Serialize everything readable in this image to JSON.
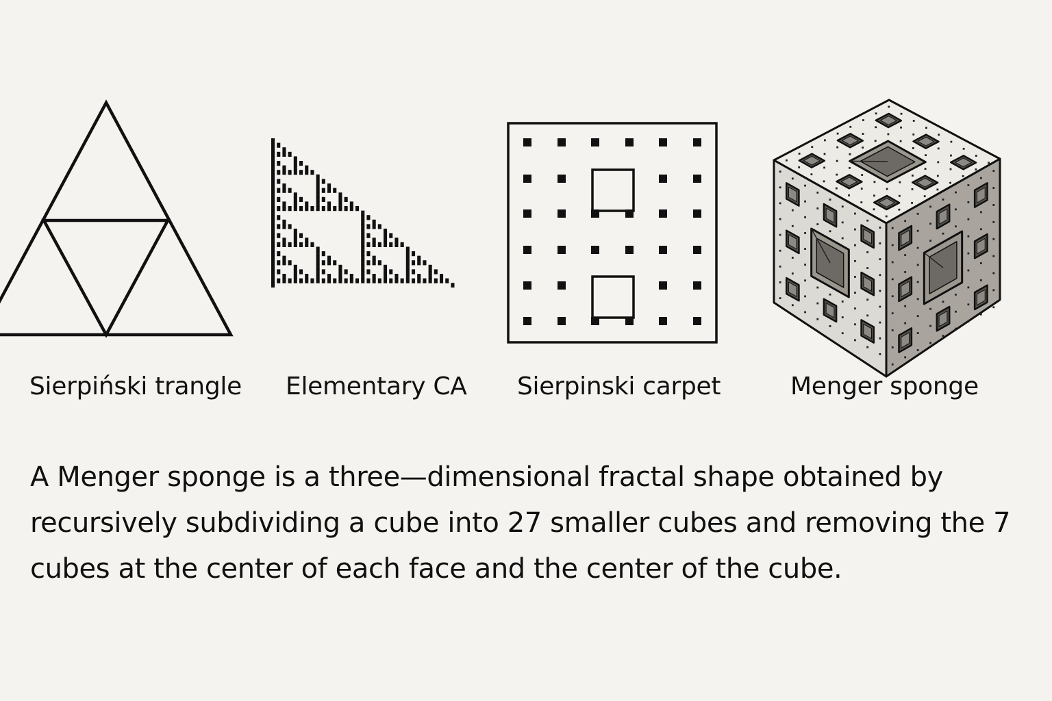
{
  "figures": [
    {
      "id": "sierpinski-triangle",
      "caption": "Sierpiński trangle"
    },
    {
      "id": "elementary-ca",
      "caption": "Elementary CA"
    },
    {
      "id": "sierpinski-carpet",
      "caption": "Sierpinski carpet"
    },
    {
      "id": "menger-sponge",
      "caption": "Menger sponge"
    }
  ],
  "description": "A Menger sponge is a three—dimensional fractal shape obtained by recursively subdividing a cube into 27 smaller cubes and removing the 7 cubes at the center of each face and the center of the cube.",
  "colors": {
    "background": "#f4f3ef",
    "ink": "#111111",
    "cube_top": "#ecebe6",
    "cube_left": "#dcdad4",
    "cube_right": "#a9a59e"
  }
}
